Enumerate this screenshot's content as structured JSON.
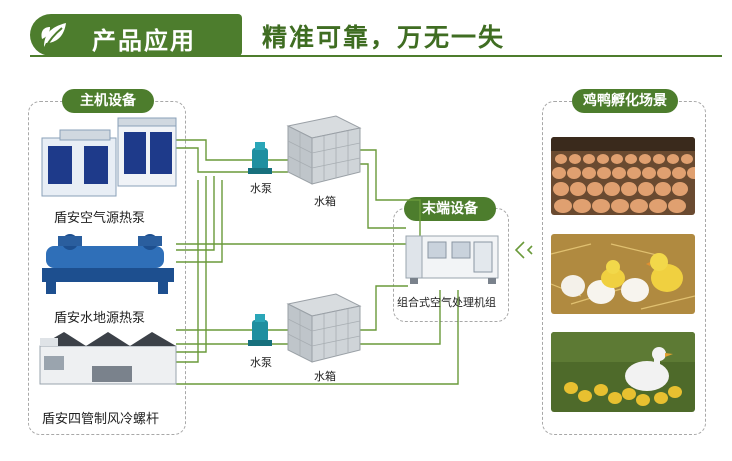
{
  "header": {
    "title": "产品应用",
    "tagline": "精准可靠，万无一失"
  },
  "host_group": {
    "label": "主机设备",
    "units": [
      {
        "caption": "盾安空气源热泵"
      },
      {
        "caption": "盾安水地源热泵"
      },
      {
        "caption": "盾安四管制风冷螺杆"
      }
    ]
  },
  "pumps": [
    {
      "pump_label": "水泵",
      "tank_label": "水箱"
    },
    {
      "pump_label": "水泵",
      "tank_label": "水箱"
    }
  ],
  "terminal_group": {
    "label": "末端设备",
    "unit_caption": "组合式空气处理机组"
  },
  "incubation_group": {
    "label": "鸡鸭孵化场景",
    "scenes": [
      {
        "icon": "egg-trays-photo"
      },
      {
        "icon": "hatching-chicks-photo"
      },
      {
        "icon": "duck-with-ducklings-photo"
      }
    ]
  },
  "colors": {
    "brand_green": "#4d7d2d",
    "pipe_green": "#6a9a3a",
    "dash_grey": "#a8a8a8"
  }
}
